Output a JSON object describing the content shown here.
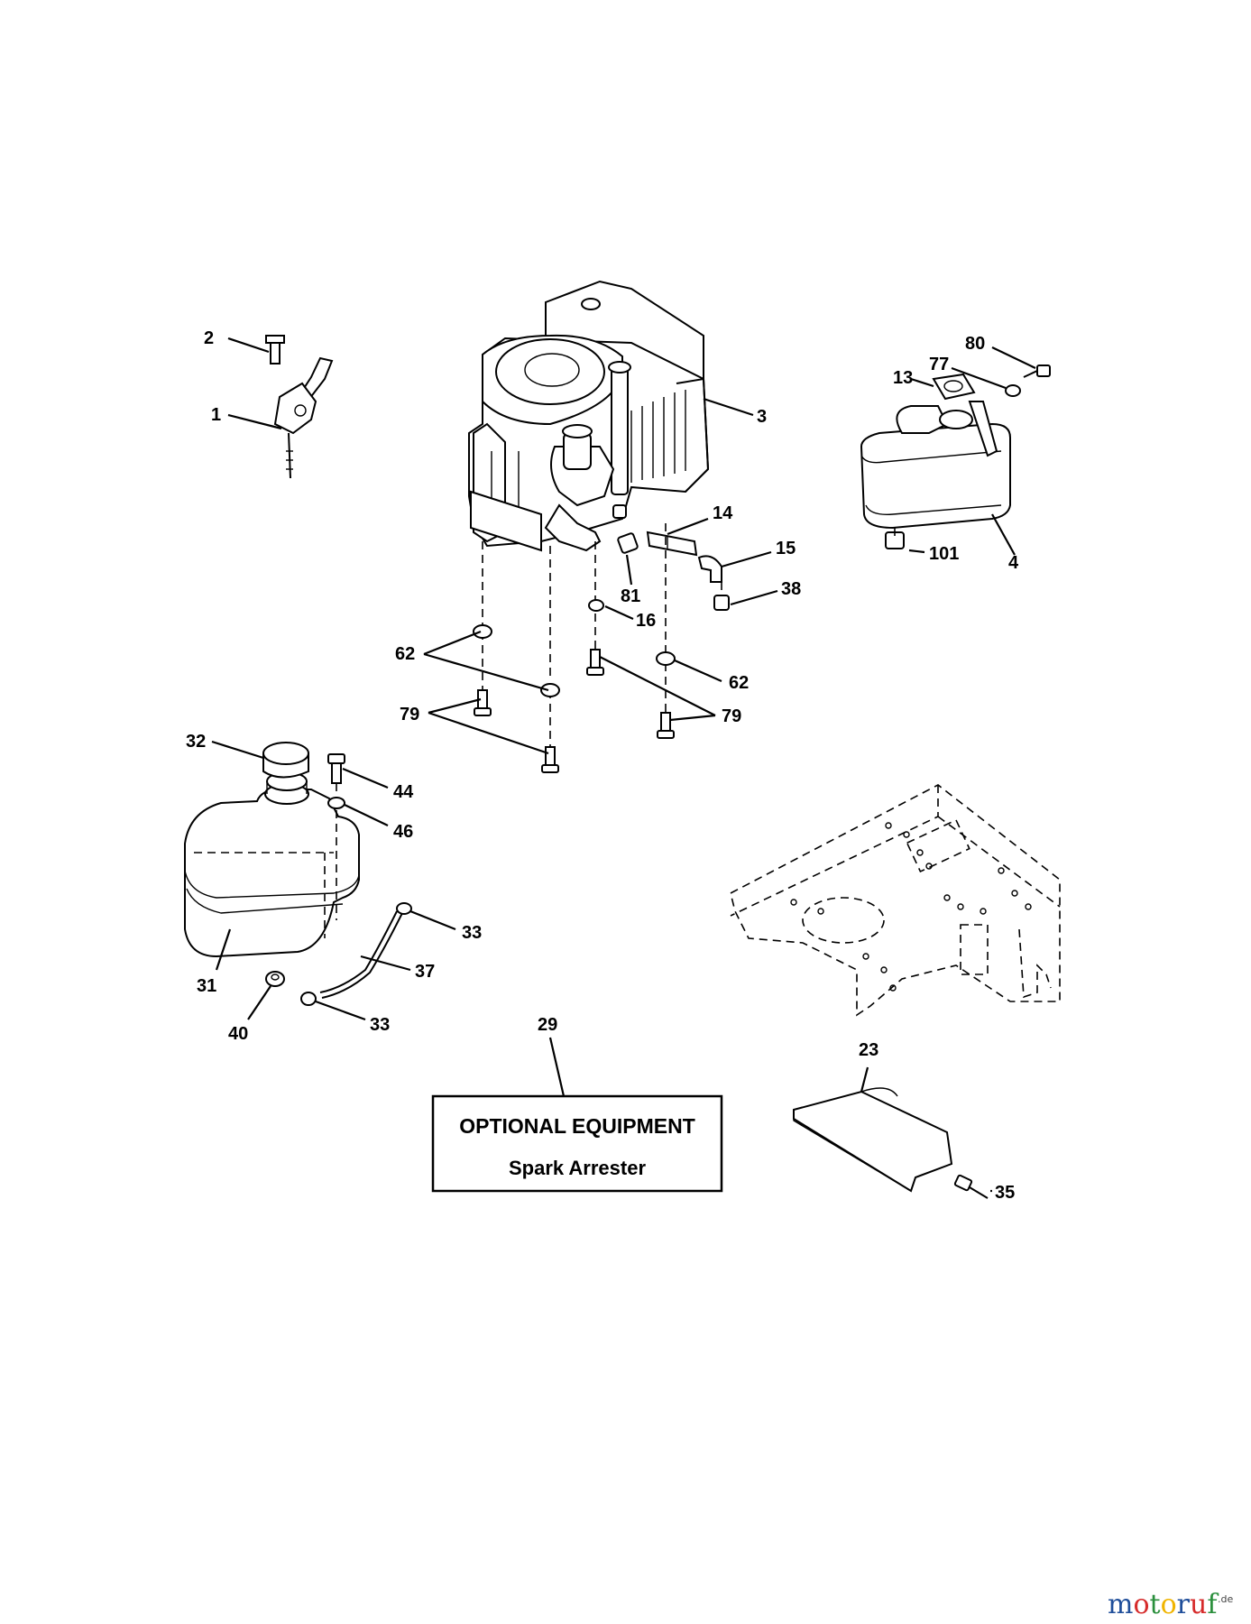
{
  "callouts": {
    "c1": "1",
    "c2": "2",
    "c3": "3",
    "c4": "4",
    "c13": "13",
    "c14": "14",
    "c15": "15",
    "c16": "16",
    "c23": "23",
    "c29": "29",
    "c31": "31",
    "c32": "32",
    "c33a": "33",
    "c33b": "33",
    "c35": "35",
    "c37": "37",
    "c38": "38",
    "c40": "40",
    "c44": "44",
    "c46": "46",
    "c62a": "62",
    "c62b": "62",
    "c77": "77",
    "c79a": "79",
    "c79b": "79",
    "c80": "80",
    "c81": "81",
    "c101": "101"
  },
  "optional_box": {
    "title": "OPTIONAL EQUIPMENT",
    "subtitle": "Spark Arrester"
  },
  "watermark": {
    "letters": [
      "m",
      "o",
      "t",
      "o",
      "r",
      "u",
      "f"
    ],
    "letter_colors": [
      "#1f4e9a",
      "#d62b2b",
      "#2a8f3c",
      "#f0b400",
      "#1f4e9a",
      "#d62b2b",
      "#2a8f3c"
    ],
    "suffix": ".de"
  }
}
